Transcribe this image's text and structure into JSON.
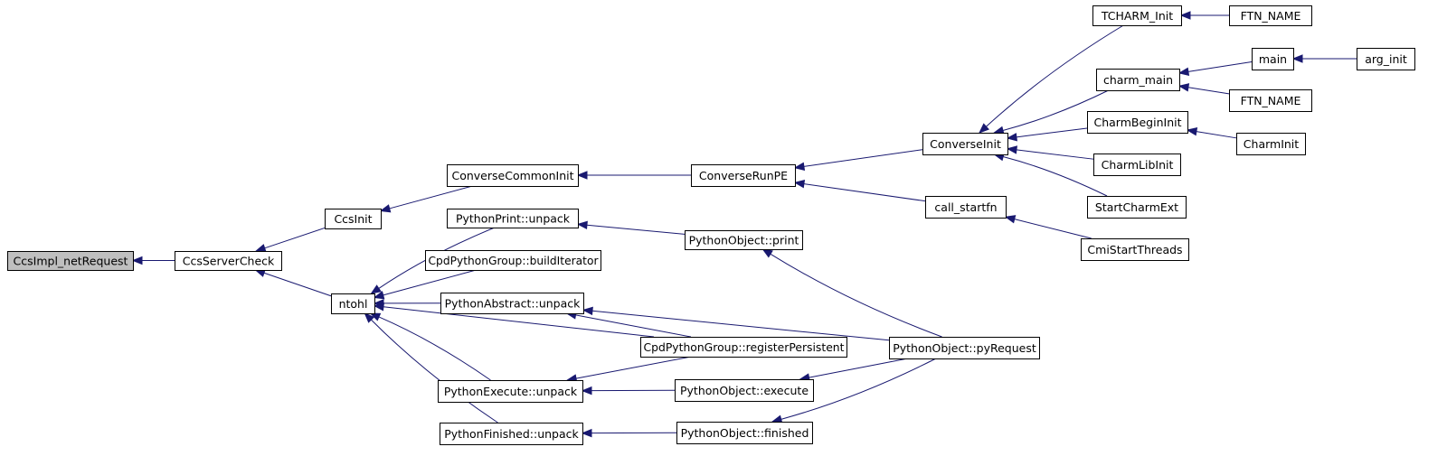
{
  "graph": {
    "nodes": [
      {
        "id": "n_root",
        "label": "CcsImpl_netRequest",
        "root": true
      },
      {
        "id": "n_server",
        "label": "CcsServerCheck"
      },
      {
        "id": "n_ccsinit",
        "label": "CcsInit"
      },
      {
        "id": "n_ntohl",
        "label": "ntohl"
      },
      {
        "id": "n_cci",
        "label": "ConverseCommonInit"
      },
      {
        "id": "n_pp_unpack",
        "label": "PythonPrint::unpack"
      },
      {
        "id": "n_cpg_build",
        "label": "CpdPythonGroup::buildIterator"
      },
      {
        "id": "n_pa_unpack",
        "label": "PythonAbstract::unpack"
      },
      {
        "id": "n_pe_unpack",
        "label": "PythonExecute::unpack"
      },
      {
        "id": "n_pf_unpack",
        "label": "PythonFinished::unpack"
      },
      {
        "id": "n_runpe",
        "label": "ConverseRunPE"
      },
      {
        "id": "n_po_print",
        "label": "PythonObject::print"
      },
      {
        "id": "n_cpg_reg",
        "label": "CpdPythonGroup::registerPersistent"
      },
      {
        "id": "n_po_exec",
        "label": "PythonObject::execute"
      },
      {
        "id": "n_po_fin",
        "label": "PythonObject::finished"
      },
      {
        "id": "n_convinit",
        "label": "ConverseInit"
      },
      {
        "id": "n_startfn",
        "label": "call_startfn"
      },
      {
        "id": "n_po_pyreq",
        "label": "PythonObject::pyRequest"
      },
      {
        "id": "n_tcharm",
        "label": "TCHARM_Init"
      },
      {
        "id": "n_charm_main",
        "label": "charm_main"
      },
      {
        "id": "n_cbi",
        "label": "CharmBeginInit"
      },
      {
        "id": "n_cli",
        "label": "CharmLibInit"
      },
      {
        "id": "n_sce",
        "label": "StartCharmExt"
      },
      {
        "id": "n_cst",
        "label": "CmiStartThreads"
      },
      {
        "id": "n_ftn1",
        "label": "FTN_NAME"
      },
      {
        "id": "n_main",
        "label": "main"
      },
      {
        "id": "n_ftn2",
        "label": "FTN_NAME"
      },
      {
        "id": "n_charminit",
        "label": "CharmInit"
      },
      {
        "id": "n_arginit",
        "label": "arg_init"
      }
    ],
    "edges": [
      {
        "from": "n_server",
        "to": "n_root"
      },
      {
        "from": "n_ccsinit",
        "to": "n_server"
      },
      {
        "from": "n_ntohl",
        "to": "n_server"
      },
      {
        "from": "n_cci",
        "to": "n_ccsinit"
      },
      {
        "from": "n_pp_unpack",
        "to": "n_ntohl"
      },
      {
        "from": "n_cpg_build",
        "to": "n_ntohl"
      },
      {
        "from": "n_pa_unpack",
        "to": "n_ntohl"
      },
      {
        "from": "n_cpg_reg",
        "to": "n_ntohl"
      },
      {
        "from": "n_pe_unpack",
        "to": "n_ntohl"
      },
      {
        "from": "n_pf_unpack",
        "to": "n_ntohl"
      },
      {
        "from": "n_runpe",
        "to": "n_cci"
      },
      {
        "from": "n_po_print",
        "to": "n_pp_unpack"
      },
      {
        "from": "n_po_pyreq",
        "to": "n_pa_unpack"
      },
      {
        "from": "n_cpg_reg",
        "to": "n_pa_unpack"
      },
      {
        "from": "n_cpg_reg",
        "to": "n_pe_unpack"
      },
      {
        "from": "n_po_exec",
        "to": "n_pe_unpack"
      },
      {
        "from": "n_po_fin",
        "to": "n_pf_unpack"
      },
      {
        "from": "n_convinit",
        "to": "n_runpe"
      },
      {
        "from": "n_startfn",
        "to": "n_runpe"
      },
      {
        "from": "n_po_pyreq",
        "to": "n_po_print"
      },
      {
        "from": "n_po_pyreq",
        "to": "n_po_exec"
      },
      {
        "from": "n_po_pyreq",
        "to": "n_po_fin"
      },
      {
        "from": "n_tcharm",
        "to": "n_convinit"
      },
      {
        "from": "n_charm_main",
        "to": "n_convinit"
      },
      {
        "from": "n_cbi",
        "to": "n_convinit"
      },
      {
        "from": "n_cli",
        "to": "n_convinit"
      },
      {
        "from": "n_sce",
        "to": "n_convinit"
      },
      {
        "from": "n_cst",
        "to": "n_startfn"
      },
      {
        "from": "n_ftn1",
        "to": "n_tcharm"
      },
      {
        "from": "n_main",
        "to": "n_charm_main"
      },
      {
        "from": "n_ftn2",
        "to": "n_charm_main"
      },
      {
        "from": "n_charminit",
        "to": "n_cbi"
      },
      {
        "from": "n_arginit",
        "to": "n_main"
      }
    ],
    "colors": {
      "edge": "#191970",
      "node_border": "#000000",
      "node_fill": "#ffffff",
      "root_fill": "#bfbfbf"
    }
  }
}
